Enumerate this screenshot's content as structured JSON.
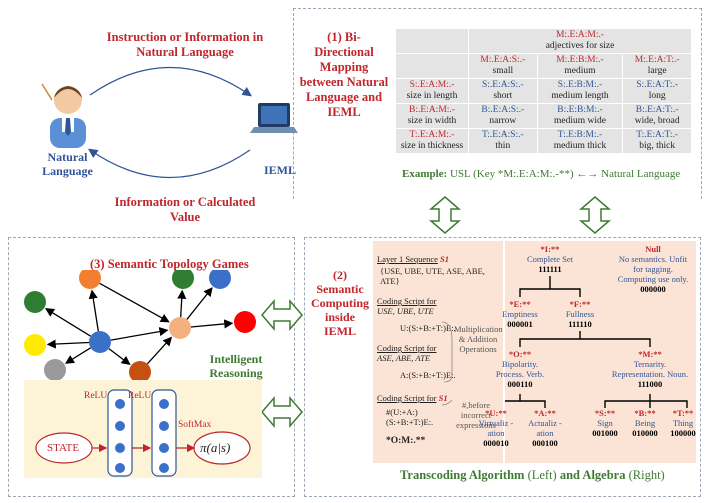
{
  "top_left": {
    "instruction": "Instruction or Information in Natural Language",
    "natural_language": "Natural Language",
    "ieml": "IEML",
    "information": "Information or Calculated Value"
  },
  "mapping": {
    "title": "(1) Bi-Directional Mapping between Natural Language and IEML",
    "header_key": "M:.E:A:M:.-",
    "header_label": "adjectives for size",
    "col_keys": [
      "M:.E:A:S:.-",
      "M:.E:B:M:.-",
      "M:.E:A:T:.-"
    ],
    "col_labels": [
      "small",
      "medium",
      "large"
    ],
    "rows": [
      {
        "key": "S:.E:A:M:.-",
        "label": "size in length",
        "cells": [
          [
            "S:.E:A:S:.-",
            "short"
          ],
          [
            "S:.E:B:M:.-",
            "medium length"
          ],
          [
            "S:.E:A:T:.-",
            "long"
          ]
        ]
      },
      {
        "key": "B:.E:A:M:.-",
        "label": "size in width",
        "cells": [
          [
            "B:.E:A:S:.-",
            "narrow"
          ],
          [
            "B:.E:B:M:.-",
            "medium wide"
          ],
          [
            "B:.E:A:T:.-",
            "wide, broad"
          ]
        ]
      },
      {
        "key": "T:.E:A:M:.-",
        "label": "size in thickness",
        "cells": [
          [
            "T:.E:A:S:.-",
            "thin"
          ],
          [
            "T:.E:B:M:.-",
            "medium thick"
          ],
          [
            "T:.E:A:T:.-",
            "big, thick"
          ]
        ]
      }
    ],
    "example_label": "Example:",
    "example_text": "USL (Key *M:.E:A:M:.-**) ←→ Natural Language"
  },
  "games": {
    "title": "(3) Semantic Topology Games",
    "reasoning": "Intelligent Reasoning",
    "state": "STATE",
    "relu1": "ReLU",
    "relu2": "ReLU",
    "softmax": "SoftMax",
    "policy": "π(a|s)"
  },
  "computing": {
    "title": "(2) Semantic Computing inside IEML",
    "layer_seq": "Layer 1 Sequence",
    "s1": "S1",
    "seq_values": "{USE, UBE, UTE, ASE, ABE, ATE}",
    "coding_for": "Coding Script for",
    "group1": "USE, UBE, UTE",
    "script1": "U:(S:+B:+T:)E:.",
    "group2": "ASE, ABE, ATE",
    "script2": "A:(S:+B:+T:)E:.",
    "s1b": "S1",
    "script3": "#(U:+A:)(S:+B:+T:)E:.",
    "om": "*O:M:.**",
    "mult_note": "Multiplication & Addition Operations",
    "hash_note": "#,before incorrect expressions",
    "footer_a": "Transcoding Algorithm",
    "footer_b": "(Left)",
    "footer_c": "and Algebra",
    "footer_d": "(Right)"
  },
  "tree": {
    "top": {
      "key": "*I:**",
      "label": "Complete Set",
      "code": "111111"
    },
    "null": {
      "key": "Null",
      "label": "No semantics. Unfit for tagging. Computing use only.",
      "code": "000000"
    },
    "e": {
      "key": "*E:**",
      "label": "Emptiness",
      "code": "000001"
    },
    "f": {
      "key": "*F:**",
      "label": "Fullness",
      "code": "111110"
    },
    "o": {
      "key": "*O:**",
      "label": "Bipolarity. Process. Verb.",
      "code": "000110"
    },
    "m": {
      "key": "*M:**",
      "label": "Ternarity. Representation. Noun.",
      "code": "111000"
    },
    "u": {
      "key": "*U:**",
      "label": "Virtualiz -ation",
      "code": "000010"
    },
    "a": {
      "key": "*A:**",
      "label": "Actualiz -ation",
      "code": "000100"
    },
    "s": {
      "key": "*S:**",
      "label": "Sign",
      "code": "001000"
    },
    "b": {
      "key": "*B:**",
      "label": "Being",
      "code": "010000"
    },
    "tt": {
      "key": "*T:**",
      "label": "Thing",
      "code": "100000"
    }
  },
  "graph_nodes": [
    {
      "color": "#f08030"
    },
    {
      "color": "#2e7d32"
    },
    {
      "color": "#2e7d32"
    },
    {
      "color": "#3a70c8"
    },
    {
      "color": "#ffeb00"
    },
    {
      "color": "#3a70c8"
    },
    {
      "color": "#f5b080"
    },
    {
      "color": "#ff0000"
    },
    {
      "color": "#999999"
    },
    {
      "color": "#c65011"
    }
  ]
}
